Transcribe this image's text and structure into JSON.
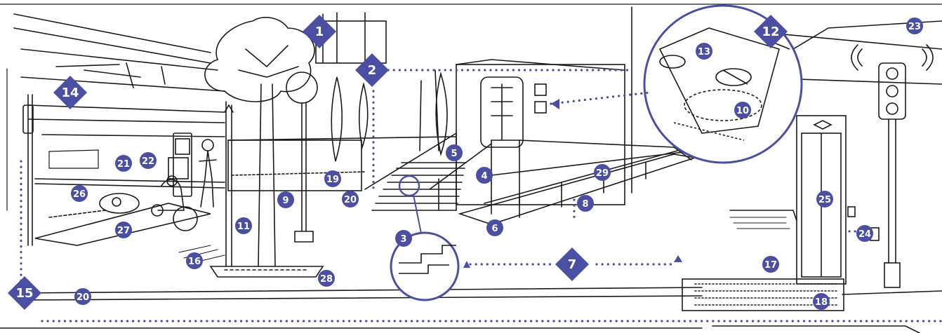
{
  "colors": {
    "accent": "#4a4fa2",
    "ink": "#1a1a1a",
    "paper": "#ffffff",
    "diamond_text": "#ffffff",
    "circle_text": "#ffffff"
  },
  "diamond_markers": [
    "1",
    "2",
    "7",
    "12",
    "14",
    "15"
  ],
  "circle_markers": [
    "3",
    "4",
    "5",
    "6",
    "8",
    "9",
    "10",
    "11",
    "13",
    "16",
    "17",
    "18",
    "19",
    "20",
    "20",
    "21",
    "22",
    "23",
    "24",
    "25",
    "26",
    "27",
    "28",
    "29"
  ],
  "magnifier": {
    "upper_right": "12",
    "lower_left": "3"
  }
}
